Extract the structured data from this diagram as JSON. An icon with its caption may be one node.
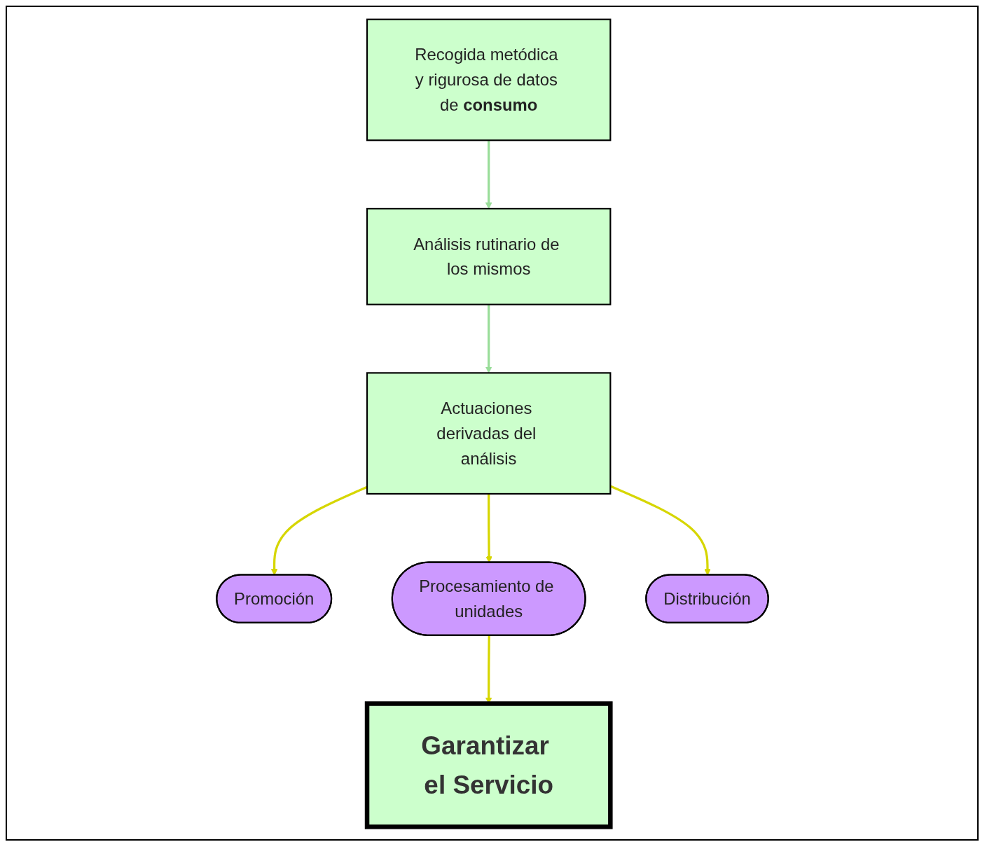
{
  "diagram": {
    "nodes": [
      {
        "text": [
          "Recogida metódica y rigurosa de datos de **consumo**"
        ]
      },
      {
        "text": [
          "Análisis rutinario de los mismos"
        ]
      },
      {
        "text": [
          "Actuaciones derivadas del análisis"
        ]
      },
      {
        "text": [
          "Promoción"
        ]
      },
      {
        "text": [
          "Distribución"
        ]
      },
      {
        "text": [
          "Procesamiento de unidades"
        ]
      },
      {
        "text": [
          "Garantizar el Servicio"
        ]
      }
    ],
    "edges": [
      {
        "from": 0,
        "to": 1,
        "arrow": "to",
        "color": "#99dd99"
      },
      {
        "from": 1,
        "to": 2,
        "arrow": "to",
        "color": "#99dd99"
      },
      {
        "from": 2,
        "to": 3,
        "arrow": "to"
      },
      {
        "from": 2,
        "to": 5,
        "arrow": "to"
      },
      {
        "from": 2,
        "to": 4,
        "arrow": "to"
      },
      {
        "from": 5,
        "to": 6,
        "arrow": "to"
      }
    ]
  }
}
